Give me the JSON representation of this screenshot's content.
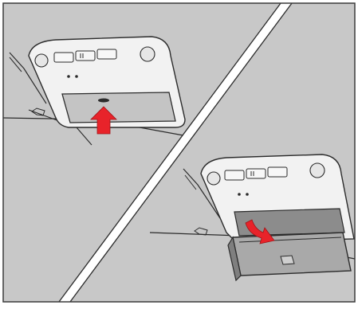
{
  "figure": {
    "description_alt": "",
    "panels": [
      {
        "id": "top-left",
        "action": "push",
        "arrow_direction": "up"
      },
      {
        "id": "bottom-right",
        "action": "open",
        "arrow_direction": "down"
      }
    ],
    "colors": {
      "background": "#c8c8c8",
      "outline": "#2b2b2b",
      "console_fill": "#f2f2f2",
      "lid_fill": "#c4c4c4",
      "arrow": "#e8232a",
      "divider": "#ffffff",
      "frame": "#3a3a3a"
    },
    "icons": [
      "sunglass-holder-illustration",
      "push-arrow-icon",
      "open-arrow-icon"
    ]
  }
}
